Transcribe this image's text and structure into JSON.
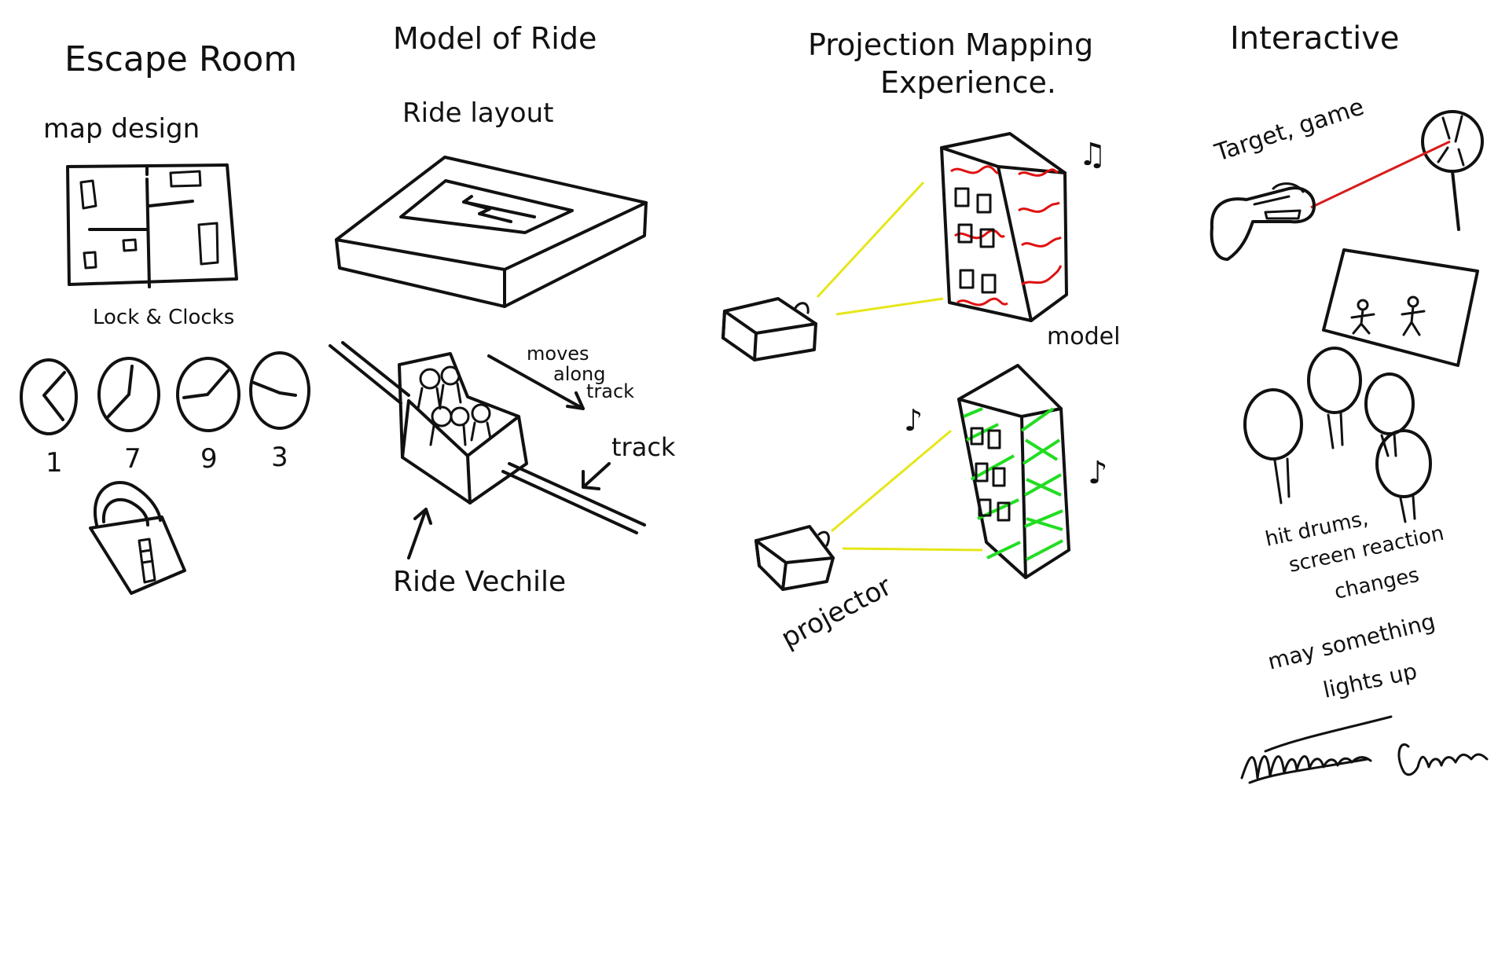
{
  "sections": {
    "escape_room": {
      "title": "Escape Room",
      "map_label": "map design",
      "locks_label": "Lock & Clocks",
      "clock_numbers": [
        "1",
        "7",
        "9",
        "3"
      ]
    },
    "ride": {
      "title": "Model of Ride",
      "layout_label": "Ride layout",
      "moves_label_1": "moves",
      "moves_label_2": "along",
      "moves_label_3": "track",
      "track_label": "track",
      "vehicle_label": "Ride Vechile"
    },
    "projection": {
      "title_line_1": "Projection Mapping",
      "title_line_2": "Experience.",
      "model_label": "model",
      "projector_label": "projector"
    },
    "interactive": {
      "title": "Interactive",
      "target_label": "Target, game",
      "drums_line_1": "hit drums,",
      "drums_line_2": "screen reaction",
      "drums_line_3": "changes",
      "lights_line_1": "may something",
      "lights_line_2": "lights up",
      "signature": "Matthew Chen"
    }
  },
  "colors": {
    "ink": "#111111",
    "laser": "#d81b1b",
    "projection_beam": "#e6e619",
    "mapping_red": "#e01010",
    "mapping_green": "#22dd22"
  }
}
